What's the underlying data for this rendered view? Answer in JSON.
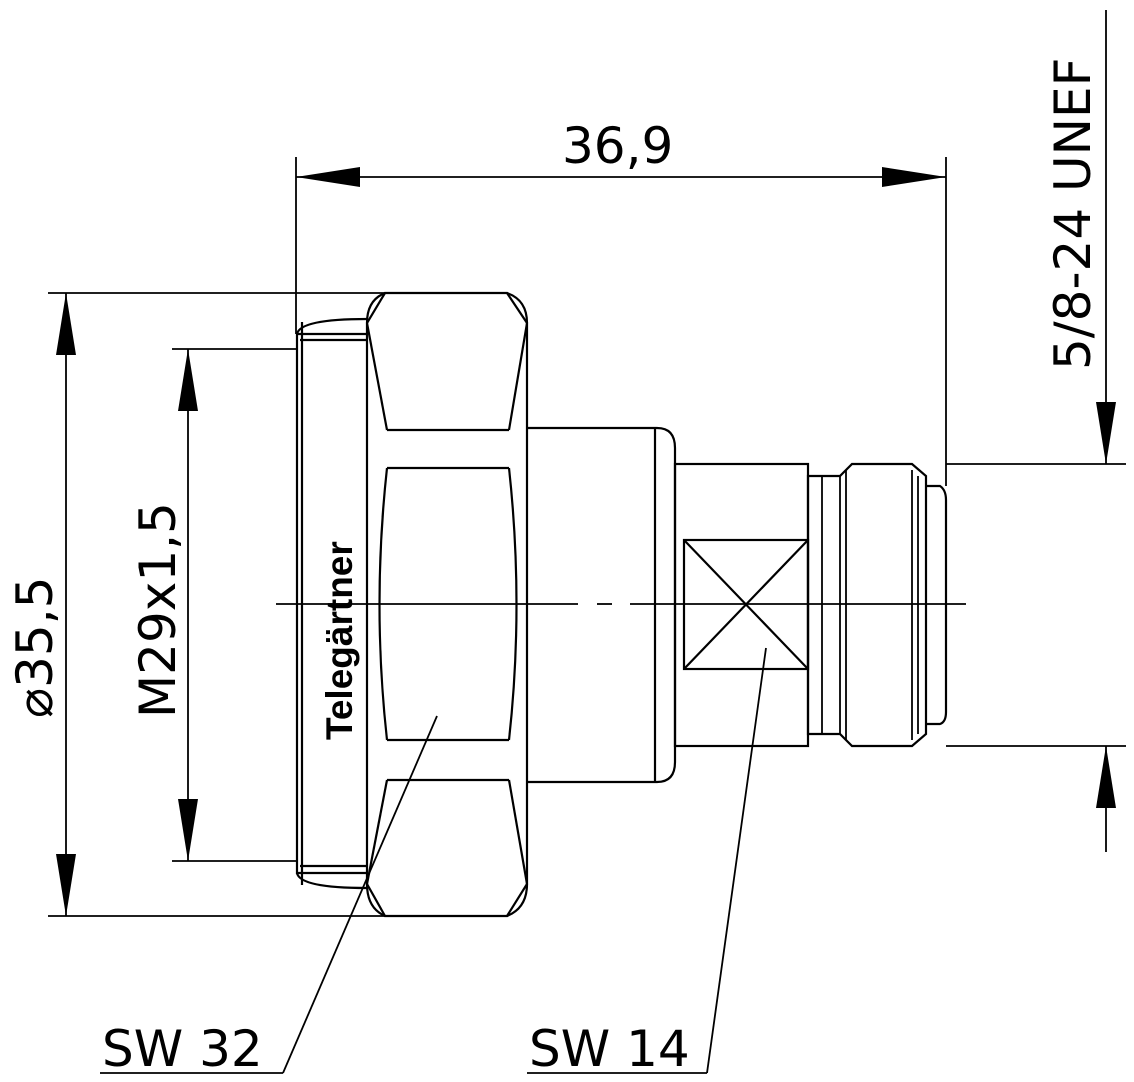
{
  "drawing": {
    "dimensions": {
      "overall_length": "36,9",
      "outer_diameter": "⌀35,5",
      "thread_left": "M29x1,5",
      "thread_right": "5/8-24 UNEF"
    },
    "callouts": {
      "hex_large": "SW 32",
      "hex_small": "SW 14"
    },
    "logo": "Telegärtner",
    "line_color": "#000000",
    "background": "#ffffff"
  }
}
